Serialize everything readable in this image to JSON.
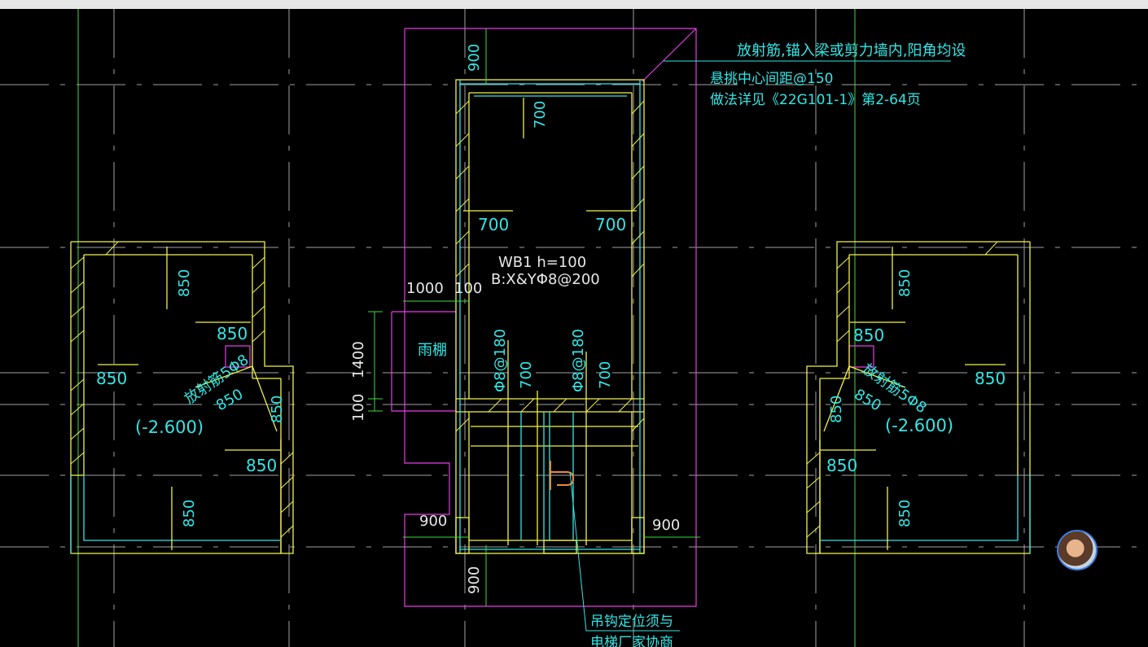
{
  "colors": {
    "cyan": "#33e6e6",
    "yellow": "#f2f24a",
    "magenta": "#e63ee6",
    "green": "#3cdc3c",
    "grid": "#d8d8d8",
    "background": "#000000"
  },
  "annotations": {
    "note1": "放射筋,锚入梁或剪力墙内,阳角均设",
    "note2": "悬挑中心间距@150",
    "note3": "做法详见《22G101-1》第2-64页",
    "slab_name": "WB1   h=100",
    "slab_rebar": "B:X&YΦ8@200",
    "canopy": "雨棚",
    "hook_note1": "吊钩定位须与",
    "hook_note2": "电梯厂家协商"
  },
  "dims": {
    "d900": "900",
    "d700": "700",
    "d1000": "1000",
    "d100": "100",
    "d1400": "1400",
    "d850": "850",
    "rebar180": "Φ8@180",
    "radial": "放射筋5Φ8",
    "elev": "(-2.600)"
  },
  "icons": {
    "avatar": "user-avatar"
  }
}
